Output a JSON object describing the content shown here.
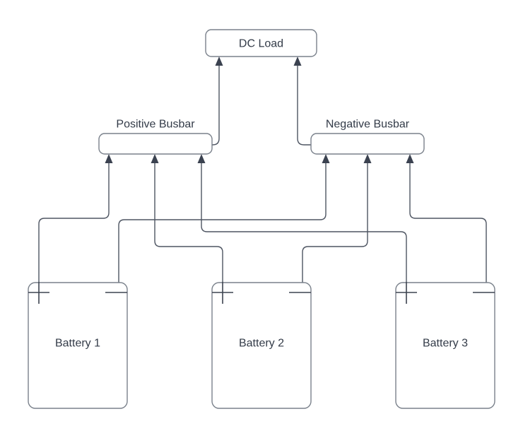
{
  "diagram": {
    "type": "wiring-diagram",
    "nodes": {
      "dc_load": {
        "label": "DC Load"
      },
      "positive_busbar": {
        "label": "Positive Busbar"
      },
      "negative_busbar": {
        "label": "Negative Busbar"
      },
      "battery1": {
        "label": "Battery 1"
      },
      "battery2": {
        "label": "Battery 2"
      },
      "battery3": {
        "label": "Battery 3"
      }
    },
    "connections": [
      {
        "from": "Battery 1 (+ terminal)",
        "to": "Positive Busbar"
      },
      {
        "from": "Battery 1 (- terminal)",
        "to": "Negative Busbar"
      },
      {
        "from": "Battery 2 (+ terminal)",
        "to": "Positive Busbar"
      },
      {
        "from": "Battery 2 (- terminal)",
        "to": "Negative Busbar"
      },
      {
        "from": "Battery 3 (+ terminal)",
        "to": "Positive Busbar"
      },
      {
        "from": "Battery 3 (- terminal)",
        "to": "Negative Busbar"
      },
      {
        "from": "Positive Busbar",
        "to": "DC Load"
      },
      {
        "from": "Negative Busbar",
        "to": "DC Load"
      }
    ],
    "colors": {
      "background": "#ffffff",
      "node_fill": "#ffffff",
      "node_border": "#7a818b",
      "wire": "#4e5562",
      "arrowhead": "#3b4250",
      "text": "#333b48"
    }
  }
}
